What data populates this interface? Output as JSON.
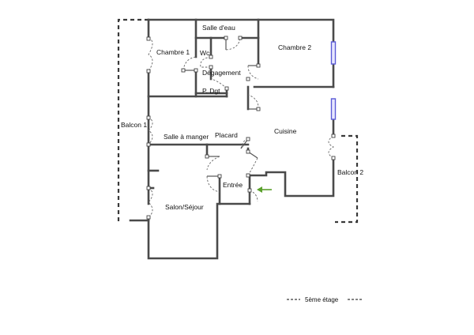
{
  "rooms": {
    "salle_deau": "Salle d'eau",
    "chambre1": "Chambre 1",
    "wc": "Wc",
    "chambre2": "Chambre 2",
    "degagement": "Dégagement",
    "p_dgt": "P. Dgt",
    "balcon1": "Balcon 1",
    "salle_a_manger": "Salle à manger",
    "placard": "Placard",
    "cuisine": "Cuisine",
    "entree": "Entrée",
    "balcon2": "Balcon 2",
    "salon_sejour": "Salon/Séjour"
  },
  "legend": {
    "floor_label": "5ème étage"
  },
  "colors": {
    "wall": "#4a4a4a",
    "entry_arrow": "#5aa02c",
    "window": "#5b5bd6"
  }
}
